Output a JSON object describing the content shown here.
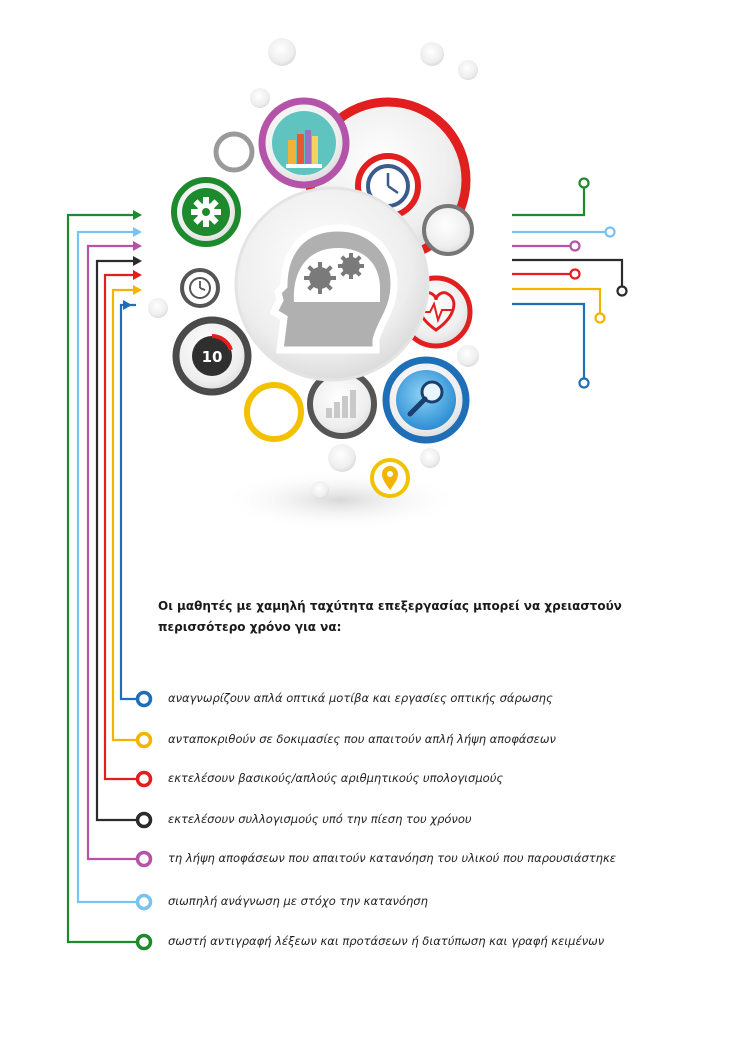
{
  "heading": {
    "line1": "Οι μαθητές με χαμηλή ταχύτητα επεξεργασίας μπορεί να χρειαστούν",
    "line2": "περισσότερο χρόνο για να:"
  },
  "items": [
    {
      "text": "αναγνωρίζουν απλά οπτικά μοτίβα και εργασίες οπτικής σάρωσης",
      "color": "#1f6fb8"
    },
    {
      "text": "ανταποκριθούν σε δοκιμασίες που απαιτούν απλή λήψη αποφάσεων",
      "color": "#f2b400"
    },
    {
      "text": "εκτελέσουν βασικούς/απλούς αριθμητικούς υπολογισμούς",
      "color": "#e21f1f"
    },
    {
      "text": "εκτελέσουν συλλογισμούς υπό την πίεση του χρόνου",
      "color": "#2b2b2b"
    },
    {
      "text": "τη λήψη αποφάσεων που απαιτούν κατανόηση του υλικού που παρουσιάστηκε",
      "color": "#b553a8"
    },
    {
      "text": "σιωπηλή ανάγνωση με στόχο την κατανόηση",
      "color": "#79c3ee"
    },
    {
      "text": "σωστή αντιγραφή λέξεων και προτάσεων ή  διατύπωση και γραφή κειμένων",
      "color": "#1e8a2e"
    }
  ],
  "icons": {
    "clock_number": "10"
  }
}
